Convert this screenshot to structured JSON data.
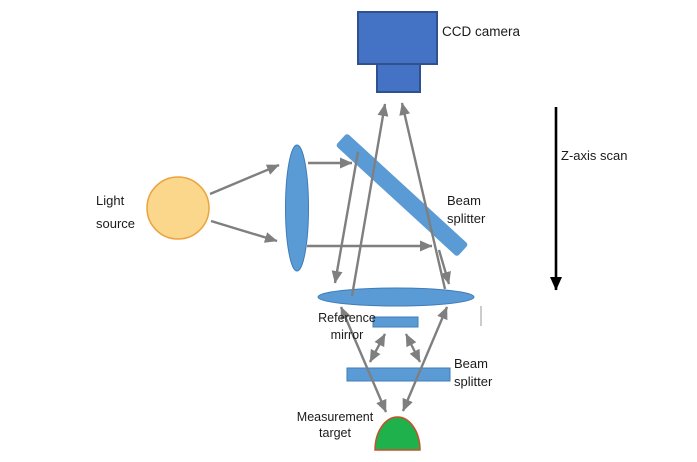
{
  "figure": {
    "labels": {
      "ccd_camera": "CCD camera",
      "z_axis_scan": "Z-axis scan",
      "light_source": "Light\nsource",
      "beam_splitter_top": "Beam\nsplitter",
      "reference_mirror": "Reference\nmirror",
      "beam_splitter_bottom": "Beam\nsplitter",
      "measurement_target": "Measurement\ntarget"
    },
    "colors": {
      "camera_fill": "#4472C4",
      "camera_stroke": "#2F528F",
      "optic_fill": "#5B9BD5",
      "optic_stroke": "#3F7CB9",
      "source_fill": "#FBD78C",
      "source_stroke": "#ECA23E",
      "target_fill": "#1FB14C",
      "target_stroke": "#C8502E",
      "arrow_gray": "#7F7F7F",
      "scan_arrow_black": "#000000",
      "text_color": "#1B1B1B"
    }
  }
}
